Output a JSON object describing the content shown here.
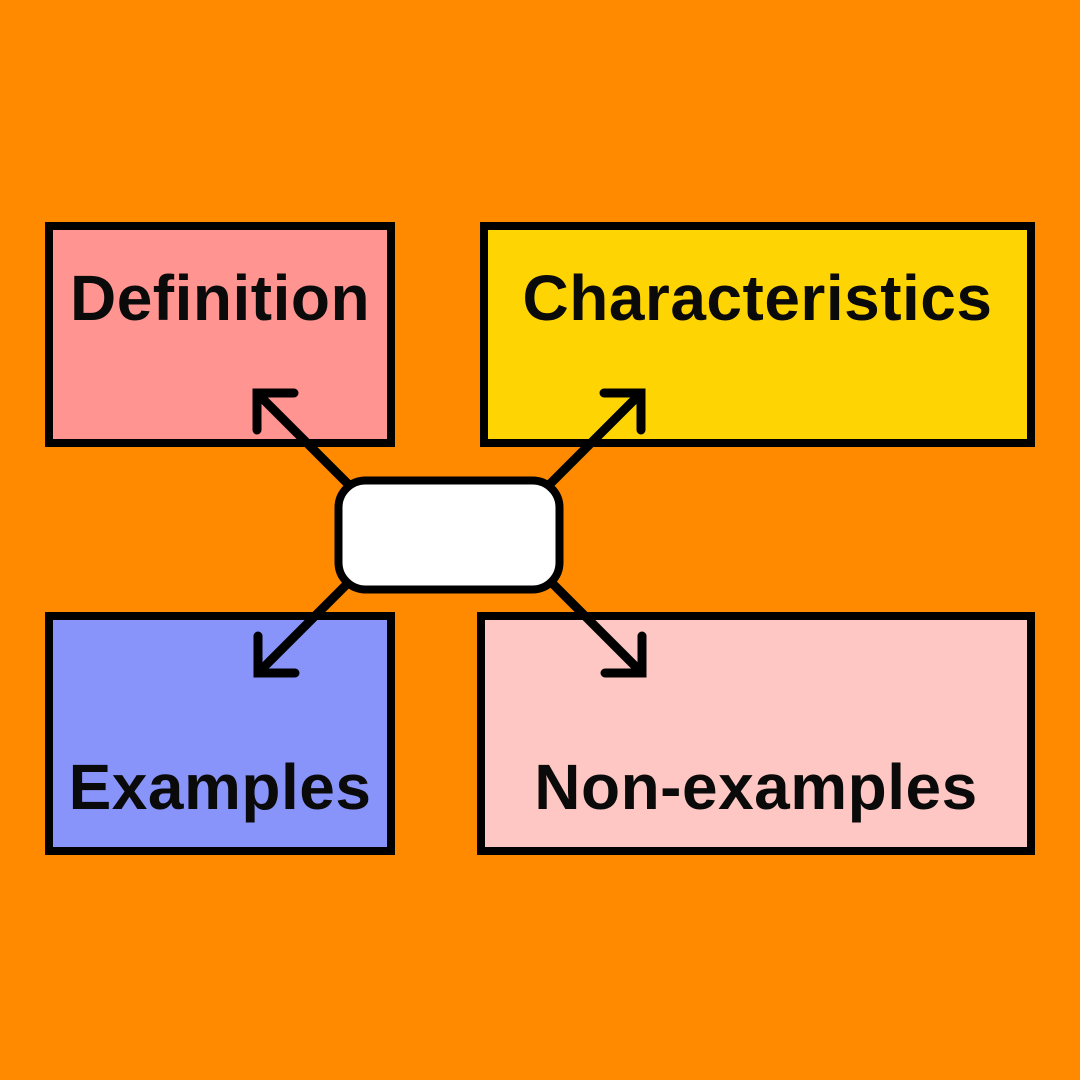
{
  "diagram": {
    "type": "concept-map-frayer-model",
    "background_color": "#FF8A00",
    "stroke_color": "#000000",
    "center_node": {
      "label": "",
      "fill": "#FFFFFF"
    },
    "nodes": [
      {
        "id": "definition",
        "label": "Definition",
        "fill": "#FF9491",
        "position": "top-left"
      },
      {
        "id": "characteristics",
        "label": "Characteristics",
        "fill": "#FFD403",
        "position": "top-right"
      },
      {
        "id": "examples",
        "label": "Examples",
        "fill": "#8994FA",
        "position": "bottom-left"
      },
      {
        "id": "non_examples",
        "label": "Non-examples",
        "fill": "#FFC7C3",
        "position": "bottom-right"
      }
    ],
    "connectors": [
      {
        "from": "center",
        "to": "definition"
      },
      {
        "from": "center",
        "to": "characteristics"
      },
      {
        "from": "center",
        "to": "examples"
      },
      {
        "from": "center",
        "to": "non_examples"
      }
    ]
  }
}
